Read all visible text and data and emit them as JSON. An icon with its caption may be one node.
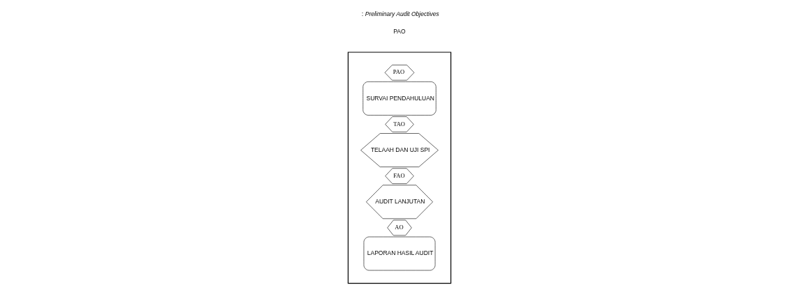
{
  "diagram": {
    "nodes": [
      {
        "text": [],
        "shape": "arrow"
      },
      {
        "text": [
          "PAO"
        ],
        "in": 0
      },
      {
        "text": [
          "SURVAI PENDAHULUAN"
        ],
        "in": 0
      },
      {
        "text": [
          "TAO"
        ],
        "in": 0
      },
      {
        "text": [
          "TELAAH DAN UJI SPI"
        ],
        "in": 0
      },
      {
        "text": [
          "FAO"
        ],
        "in": 0
      },
      {
        "text": [
          "AUDIT LANJUTAN"
        ],
        "in": 0
      },
      {
        "text": [
          "AO"
        ],
        "in": 0
      },
      {
        "text": [
          "LAPORAN HASIL AUDIT"
        ],
        "in": 0
      }
    ],
    "edges": [],
    "labels": [
      "PAO",
      ": *Preliminary Audit Objectives*"
    ]
  }
}
